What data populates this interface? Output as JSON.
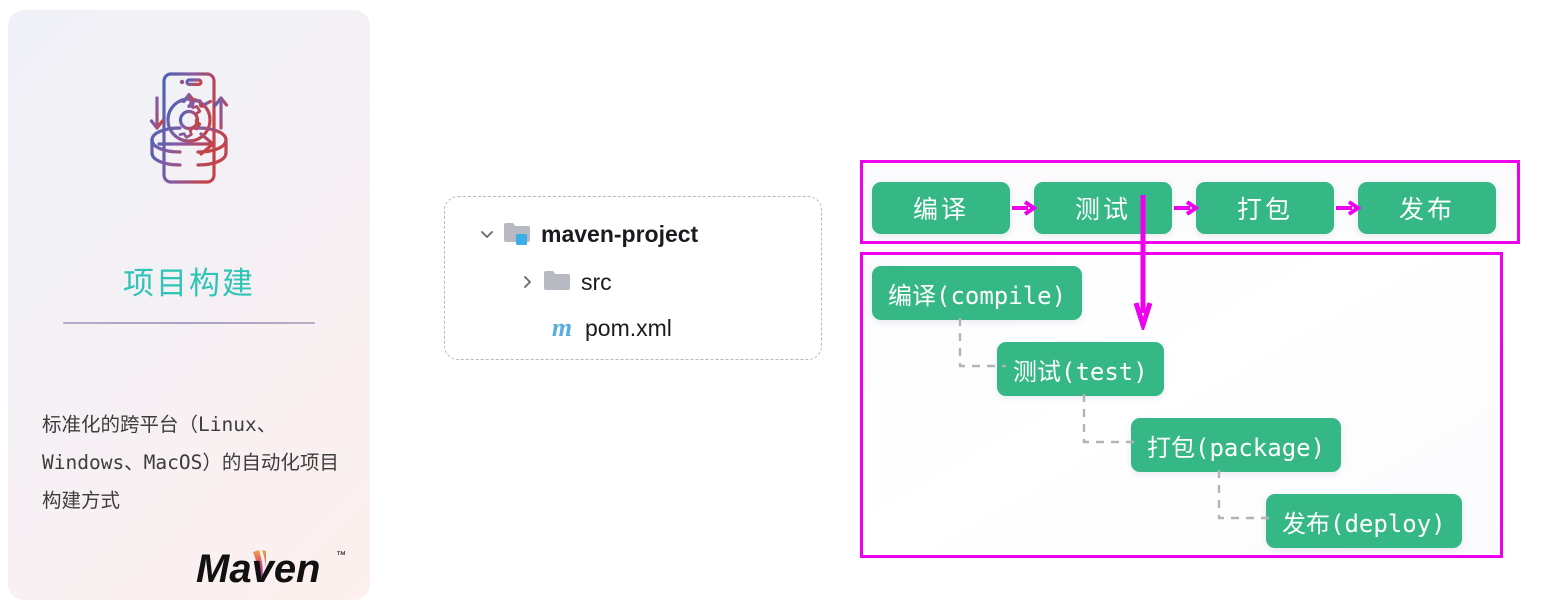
{
  "card": {
    "icon_name": "phone-gear-sync-icon",
    "title": "项目构建",
    "description": "标准化的跨平台（Linux、Windows、MacOS）的自动化项目构建方式",
    "logo_text": "Maven",
    "logo_trademark": "™",
    "colors": {
      "title": "#2ec4b6",
      "background_start": "#f0f1f7",
      "background_end": "#fdf0ee",
      "divider": "#b9a9c9"
    }
  },
  "file_tree": {
    "rows": [
      {
        "label": "maven-project",
        "icon": "folder-open-badge-icon",
        "twisty": "chevron-down-icon",
        "bold": true
      },
      {
        "label": "src",
        "icon": "folder-icon",
        "twisty": "chevron-right-icon",
        "bold": false
      },
      {
        "label": "pom.xml",
        "icon": "maven-m-icon",
        "twisty": "",
        "bold": false
      }
    ],
    "pom_icon_glyph": "m"
  },
  "lifecycle": {
    "frame_color": "#ee00ee",
    "box_color": "#35b885",
    "connector_color": "#b4b4b8",
    "phases": [
      {
        "label": "编译"
      },
      {
        "label": "测试"
      },
      {
        "label": "打包"
      },
      {
        "label": "发布"
      }
    ],
    "goals": [
      {
        "label": "编译(compile)"
      },
      {
        "label": "测试(test)"
      },
      {
        "label": "打包(package)"
      },
      {
        "label": "发布(deploy)"
      }
    ]
  }
}
